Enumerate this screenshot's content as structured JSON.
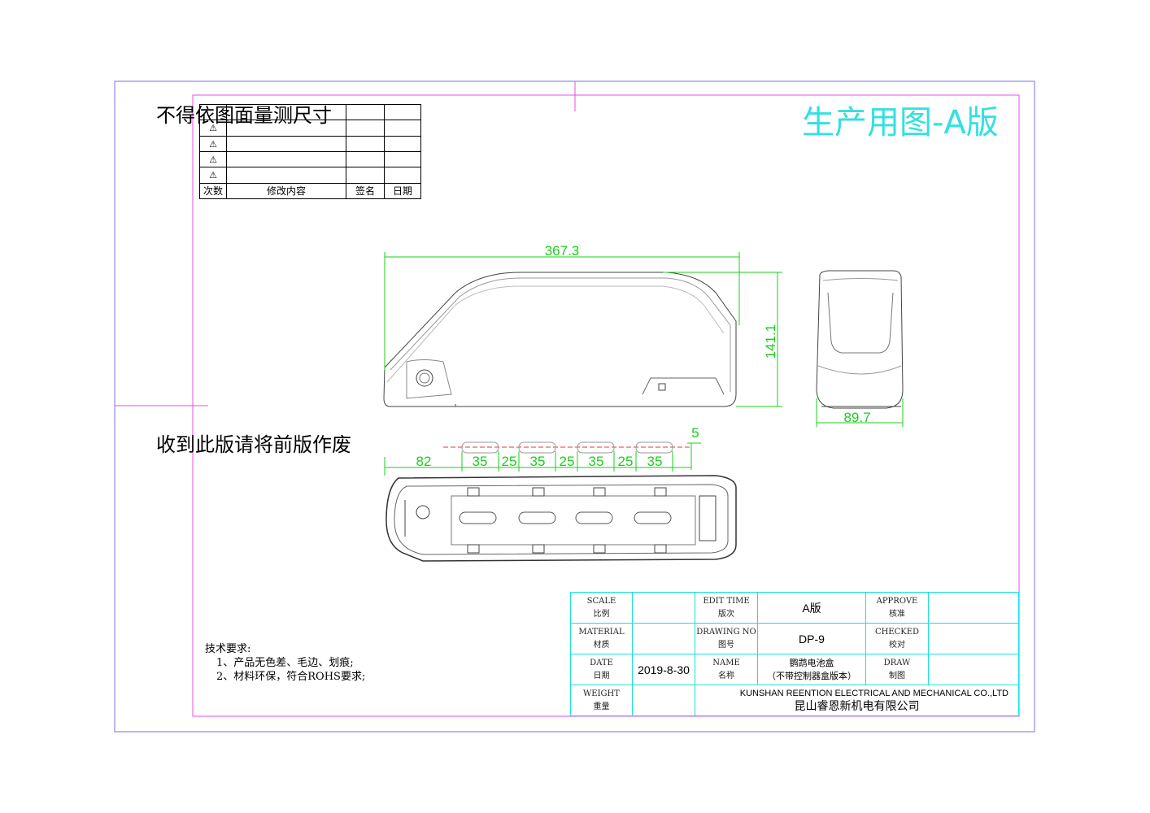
{
  "notes": {
    "no_measure": "不得依图面量测尺寸",
    "void_previous": "收到此版请将前版作废",
    "production_title": "生产用图-A版"
  },
  "revision_table": {
    "header": {
      "count": "次数",
      "content": "修改内容",
      "sign": "签名",
      "date": "日期"
    },
    "marker": "⚠"
  },
  "dimensions": {
    "length": "367.3",
    "height": "141.1",
    "width": "89.7",
    "offset": "5",
    "start": "82",
    "slot1": "35",
    "gap1": "25",
    "slot2": "35",
    "gap2": "25",
    "slot3": "35",
    "gap3": "25",
    "slot4": "35"
  },
  "requirements": {
    "title": "技术要求:",
    "item1": "1、产品无色差、毛边、划痕;",
    "item2": "2、材料环保，符合ROHS要求;"
  },
  "title_block": {
    "scale_en": "SCALE",
    "scale_cn": "比例",
    "edit_en": "EDIT TIME",
    "edit_cn": "版次",
    "edit_value": "A版",
    "approve_en": "APPROVE",
    "approve_cn": "核准",
    "material_en": "MATERIAL",
    "material_cn": "材质",
    "drawing_en": "DRAWING NO",
    "drawing_cn": "图号",
    "drawing_value": "DP-9",
    "checked_en": "CHECKED",
    "checked_cn": "校对",
    "date_en": "DATE",
    "date_cn": "日期",
    "date_value": "2019-8-30",
    "name_en": "NAME",
    "name_cn": "名称",
    "name_value1": "鹦鹉电池盒",
    "name_value2": "（不带控制器盒版本）",
    "draw_en": "DRAW",
    "draw_cn": "制图",
    "weight_en": "WEIGHT",
    "weight_cn": "重量",
    "company_en": "KUNSHAN REENTION ELECTRICAL AND MECHANICAL CO.,LTD",
    "company_cn": "昆山睿恩新机电有限公司"
  },
  "colors": {
    "frame_outer": "#7a6cf0",
    "frame_inner": "#e84ee8",
    "dimension": "#19d019",
    "title_block": "#17e0e0",
    "production_title": "#33e0e0"
  }
}
